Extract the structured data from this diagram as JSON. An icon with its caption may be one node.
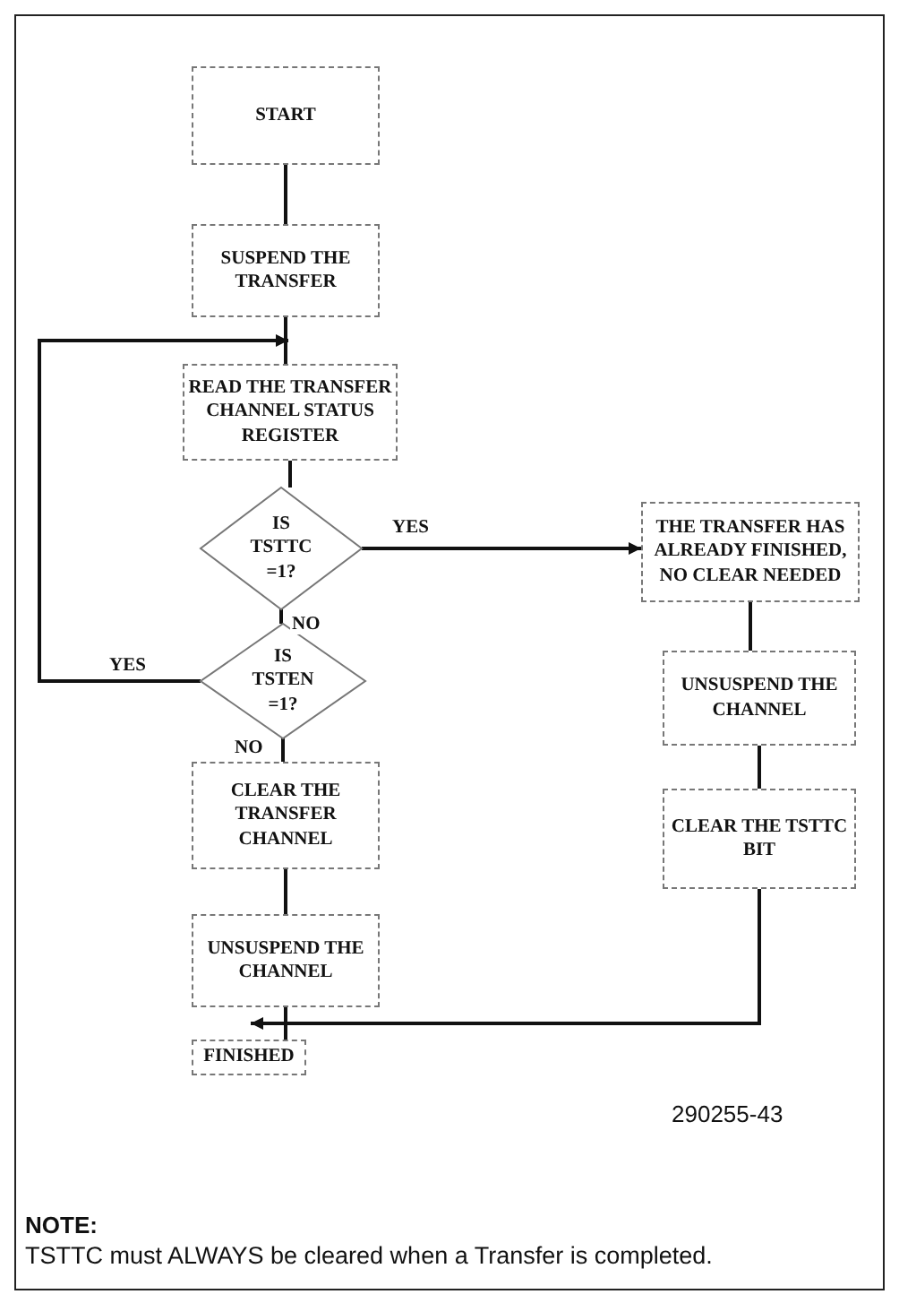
{
  "diagram": {
    "nodes": [
      {
        "text": [
          "START"
        ]
      },
      {
        "text": [
          "SUSPEND THE TRANSFER"
        ]
      },
      {
        "text": [
          "READ THE TRANSFER CHANNEL STATUS REGISTER"
        ]
      },
      {
        "text": [
          "IS TSTTC =1?"
        ]
      },
      {
        "text": [
          "IS TSTEN =1?"
        ]
      },
      {
        "text": [
          "CLEAR THE TRANSFER CHANNEL"
        ]
      },
      {
        "text": [
          "UNSUSPEND THE CHANNEL"
        ]
      },
      {
        "text": [
          "FINISHED"
        ]
      },
      {
        "text": [
          "THE TRANSFER HAS ALREADY FINISHED, NO CLEAR NEEDED"
        ]
      },
      {
        "text": [
          "UNSUSPEND THE CHANNEL"
        ]
      },
      {
        "text": [
          "CLEAR THE TSTTC BIT"
        ]
      }
    ],
    "edges": [
      {
        "from": 0,
        "to": 1,
        "arrow": "none"
      },
      {
        "from": 1,
        "to": 2,
        "arrow": "none"
      },
      {
        "from": 4,
        "to": 2,
        "arrow": "to",
        "label": "YES"
      },
      {
        "from": 2,
        "to": 3,
        "arrow": "none"
      },
      {
        "from": 3,
        "to": 8,
        "arrow": "to",
        "label": "YES"
      },
      {
        "from": 3,
        "to": 4,
        "arrow": "none",
        "label": "NO"
      },
      {
        "from": 4,
        "to": 5,
        "arrow": "none",
        "label": "NO"
      },
      {
        "from": 5,
        "to": 6,
        "arrow": "none"
      },
      {
        "from": 6,
        "to": 7,
        "arrow": "none"
      },
      {
        "from": 8,
        "to": 9,
        "arrow": "none"
      },
      {
        "from": 9,
        "to": 10,
        "arrow": "none"
      },
      {
        "from": 10,
        "to": 7,
        "arrow": "to"
      }
    ],
    "labels": [
      "290255-43",
      "NOTE:",
      "TSTTC must ALWAYS be cleared when a Transfer is completed."
    ]
  }
}
